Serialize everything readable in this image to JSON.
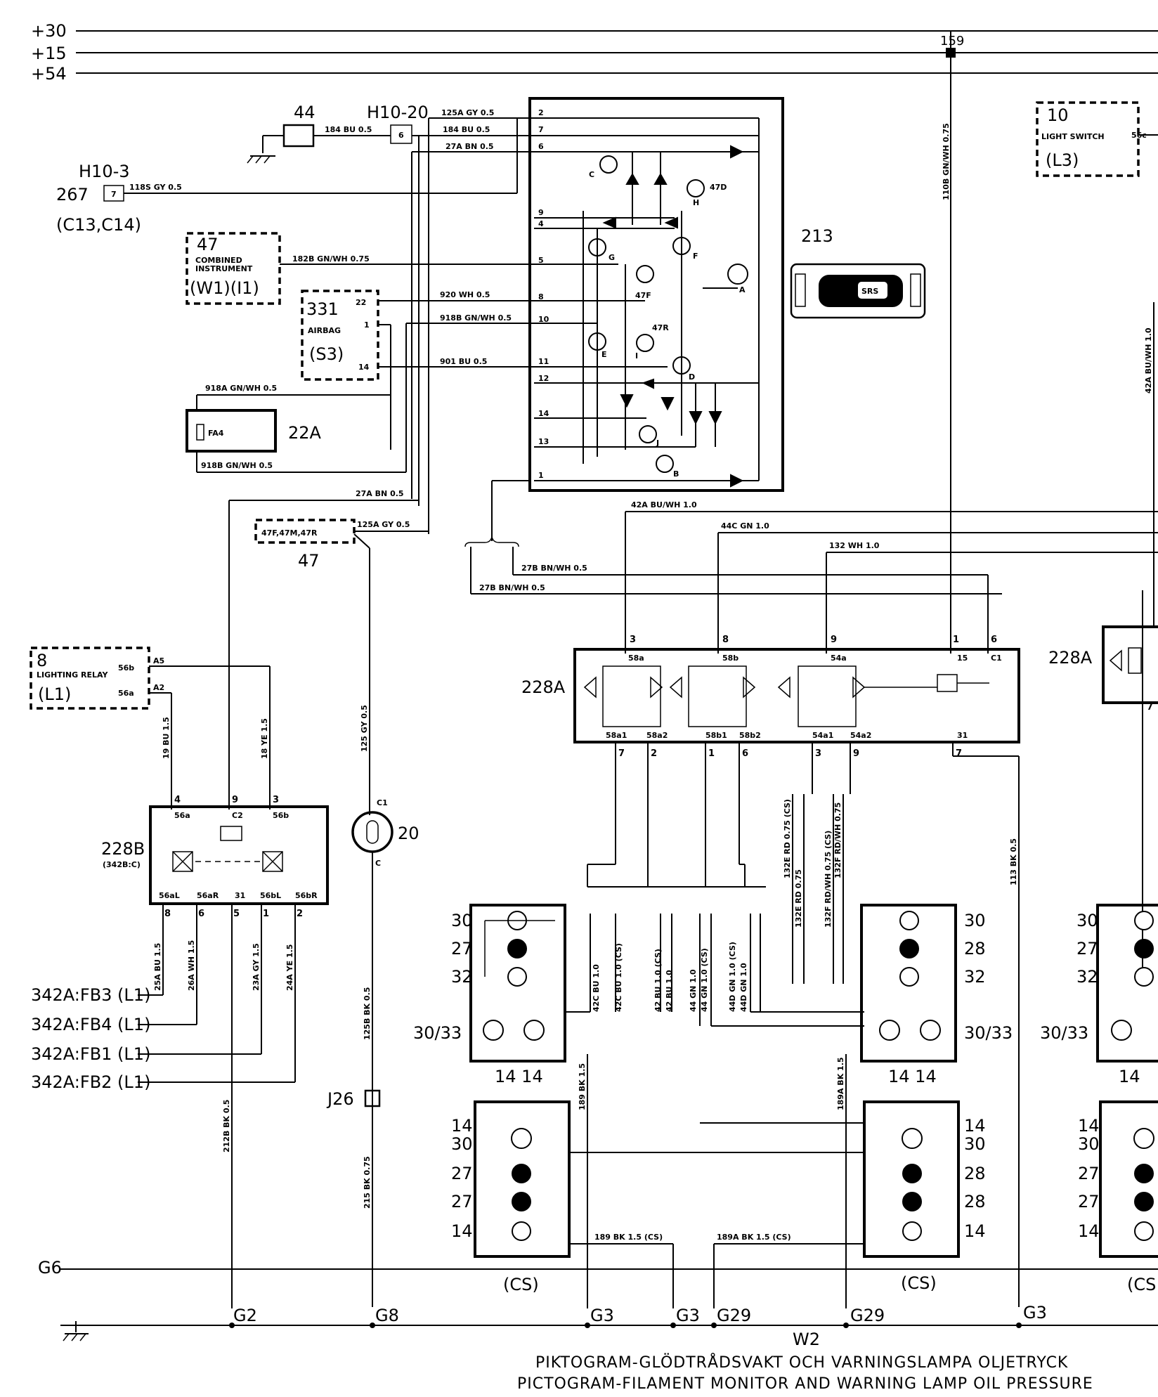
{
  "diagram": {
    "rails": [
      "+30",
      "+15",
      "+54"
    ],
    "ground_rail": "G6",
    "caption": {
      "code": "W2",
      "line_sv": "PIKTOGRAM-GLÖDTRÅDSVAKT OCH VARNINGSLAMPA OLJETRYCK",
      "line_en": "PICTOGRAM-FILAMENT MONITOR AND WARNING LAMP OIL PRESSURE"
    },
    "components": {
      "c44": "44",
      "h10_20": "H10-20",
      "h10_3": "H10-3",
      "c267": "267",
      "c267_ref": "(C13,C14)",
      "c47_instr": "47",
      "c47_instr_line1": "COMBINED",
      "c47_instr_line2": "INSTRUMENT",
      "c47_instr_ref": "(W1)(I1)",
      "c331": "331",
      "c331_sub": "AIRBAG",
      "c331_ref": "(S3)",
      "c22a": "22A",
      "fa4": "FA4",
      "c213": "213",
      "srs": "SRS",
      "c159": "159",
      "c10": "10",
      "c10_name": "LIGHT SWITCH",
      "c10_ref": "(L3)",
      "c47f": "47F,47M,47R",
      "c47": "47",
      "c8": "8",
      "c8_name": "LIGHTING RELAY",
      "c8_ref": "(L1)",
      "c228a": "228A",
      "c228a_right": "228A",
      "c228b": "228B",
      "c228b_sub": "(342B:C)",
      "c20": "20",
      "j26": "J26",
      "cs": "(CS)",
      "p342a": [
        "342A:FB3 (L1)",
        "342A:FB4 (L1)",
        "342A:FB1 (L1)",
        "342A:FB2 (L1)"
      ]
    },
    "wires": {
      "w184": "184  BU  0.5",
      "w125a": "125A  GY  0.5",
      "w184b": "184  BU  0.5",
      "w27a": "27A  BN  0.5",
      "w118s": "118S  GY  0.5",
      "w182b": "182B  GN/WH  0.75",
      "w920": "920  WH  0.5",
      "w918b": "918B  GN/WH  0.5",
      "w901": "901  BU  0.5",
      "w918a": "918A  GN/WH  0.5",
      "w918b2": "918B  GN/WH  0.5",
      "w27a2": "27A  BN  0.5",
      "w125a2": "125A  GY  0.5",
      "w27b1": "27B  BN/WH  0.5",
      "w27b2": "27B  BN/WH  0.5",
      "w42a": "42A  BU/WH  1.0",
      "w44c": "44C  GN  1.0",
      "w132": "132  WH  1.0",
      "w110b": "110B  GN/WH  0.75",
      "w42a_r": "42A  BU/WH  1.0",
      "w19": "19  BU  1.5",
      "w18": "18  YE  1.5",
      "w125": "125  GY  0.5",
      "w25a": "25A  BU  1.5",
      "w26a": "26A  WH  1.5",
      "w23a": "23A  GY  1.5",
      "w24a": "24A  YE  1.5",
      "w212b": "212B  BK  0.5",
      "w125b": "125B  BK  0.5",
      "w215": "215  BK  0.75",
      "w113": "113  BK  0.5",
      "w42c1": "42C  BU  1.0",
      "w42c2": "42C  BU  1.0  (CS)",
      "w42": "42  BU  1.0 (CS)",
      "w42b": "42  BU  1.0",
      "w44": "44  GN  1.0",
      "w44cs": "44  GN  1.0 (CS)",
      "w44d": "44D  GN  1.0 (CS)",
      "w44d2": "44D  GN  1.0",
      "w132e": "132E  RD  0.75 (CS)",
      "w132e2": "132E  RD  0.75",
      "w132f": "132F  RD/WH  0.75 (CS)",
      "w132f2": "132F  RD/WH  0.75",
      "w189": "189  BK  1.5",
      "w189a": "189A  BK  1.5",
      "w189cs": "189  BK  1.5  (CS)",
      "w189acs": "189A  BK  1.5  (CS)"
    },
    "grounds": [
      "G2",
      "G8",
      "G3",
      "G3",
      "G29",
      "G29",
      "G3"
    ],
    "lamp_numbers_left": [
      "30",
      "27",
      "32",
      "30/33",
      "14  14"
    ],
    "lamp_numbers_right": [
      "30",
      "28",
      "32",
      "30/33",
      "14  14"
    ],
    "lamp_numbers_left_low": [
      "14",
      "30",
      "27",
      "27",
      "14"
    ],
    "lamp_numbers_right_low": [
      "14",
      "30",
      "28",
      "28",
      "14"
    ],
    "lamp_numbers_far": [
      "30",
      "27",
      "32",
      "30/33",
      "14"
    ],
    "lamp_numbers_far_low": [
      "14",
      "30",
      "27",
      "27",
      "14",
      "(CS"
    ],
    "module_pins": [
      "58a",
      "58b",
      "54a",
      "15",
      "C1",
      "58a1",
      "58a2",
      "58b1",
      "58b2",
      "54a1",
      "54a2",
      "31"
    ],
    "relay_pins": [
      "56a",
      "C2",
      "56b",
      "56aL",
      "56aR",
      "31",
      "56bL",
      "56bR"
    ]
  }
}
